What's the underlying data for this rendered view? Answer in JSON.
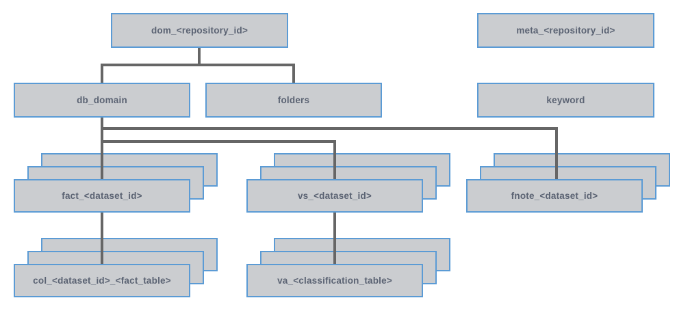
{
  "diagram": {
    "type": "hierarchy",
    "colors": {
      "node_fill": "#cbcdd0",
      "node_border": "#5b9bd5",
      "connector": "#666666",
      "label_text": "#5b6373"
    },
    "nodes": {
      "dom": {
        "label": "dom_<repository_id>",
        "stacked": false
      },
      "meta": {
        "label": "meta_<repository_id>",
        "stacked": false
      },
      "db_domain": {
        "label": "db_domain",
        "stacked": false
      },
      "folders": {
        "label": "folders",
        "stacked": false
      },
      "keyword": {
        "label": "keyword",
        "stacked": false
      },
      "fact": {
        "label": "fact_<dataset_id>",
        "stacked": true
      },
      "vs": {
        "label": "vs_<dataset_id>",
        "stacked": true
      },
      "fnote": {
        "label": "fnote_<dataset_id>",
        "stacked": true
      },
      "col": {
        "label": "col_<dataset_id>_<fact_table>",
        "stacked": true
      },
      "va": {
        "label": "va_<classification_table>",
        "stacked": true
      }
    },
    "edges": [
      {
        "from": "dom_<repository_id>",
        "to": "db_domain"
      },
      {
        "from": "dom_<repository_id>",
        "to": "folders"
      },
      {
        "from": "db_domain",
        "to": "fact_<dataset_id>"
      },
      {
        "from": "db_domain",
        "to": "vs_<dataset_id>"
      },
      {
        "from": "db_domain",
        "to": "fnote_<dataset_id>"
      },
      {
        "from": "fact_<dataset_id>",
        "to": "col_<dataset_id>_<fact_table>"
      },
      {
        "from": "vs_<dataset_id>",
        "to": "va_<classification_table>"
      }
    ]
  }
}
